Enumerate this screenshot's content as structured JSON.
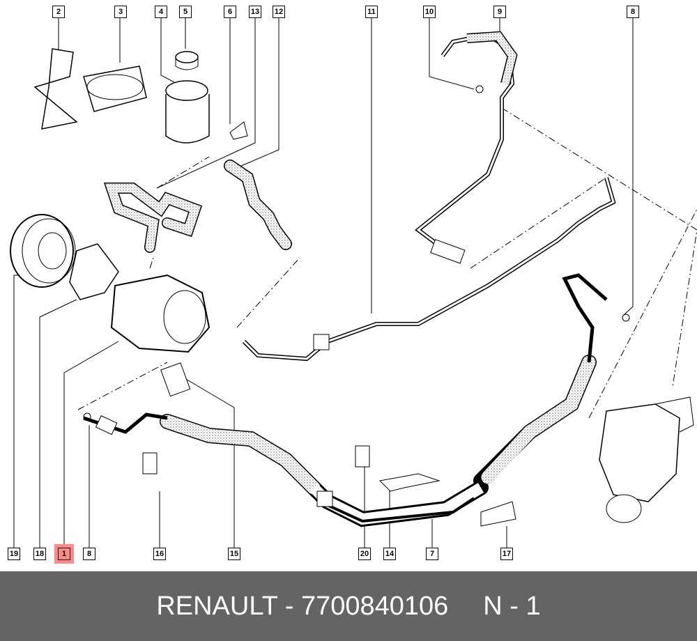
{
  "callouts": {
    "top": [
      "2",
      "3",
      "4",
      "5",
      "6",
      "13",
      "12",
      "11",
      "10",
      "9",
      "8"
    ],
    "bottom": [
      "19",
      "18",
      "1",
      "8",
      "16",
      "15",
      "20",
      "14",
      "7",
      "17"
    ]
  },
  "highlighted_callout": "1",
  "highlight_color": "#ff8080",
  "footer": {
    "part_label": "RENAULT - 7700840106",
    "quantity": "N - 1"
  },
  "footer_color": "#646464"
}
